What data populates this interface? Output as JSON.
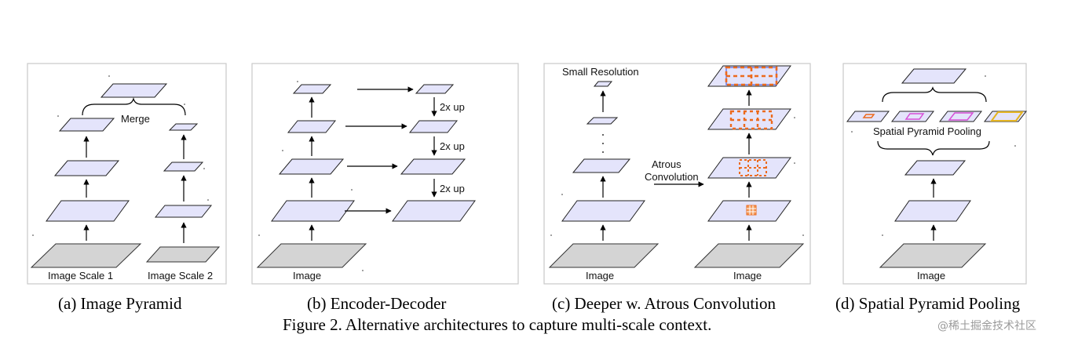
{
  "panels": {
    "a": {
      "caption": "(a) Image Pyramid",
      "merge_label": "Merge",
      "scale1_label": "Image Scale 1",
      "scale2_label": "Image Scale 2"
    },
    "b": {
      "caption": "(b) Encoder-Decoder",
      "up_labels": [
        "2x up",
        "2x up",
        "2x up"
      ],
      "image_label": "Image"
    },
    "c": {
      "caption": "(c) Deeper w. Atrous Convolution",
      "small_res_label": "Small Resolution",
      "atrous_label_1": "Atrous",
      "atrous_label_2": "Convolution",
      "image_label_left": "Image",
      "image_label_right": "Image"
    },
    "d": {
      "caption": "(d) Spatial Pyramid Pooling",
      "spp_label": "Spatial Pyramid Pooling",
      "image_label": "Image"
    }
  },
  "figure_caption": "Figure 2. Alternative architectures to capture multi-scale context.",
  "watermark": "@稀土掘金技术社区",
  "colors": {
    "plane_fill": "#e4e4fb",
    "input_fill": "#d4d4d4",
    "atrous_orange": "#ec6a1e",
    "pool_magenta": "#d64fd6",
    "pool_yellow": "#e3b320"
  }
}
